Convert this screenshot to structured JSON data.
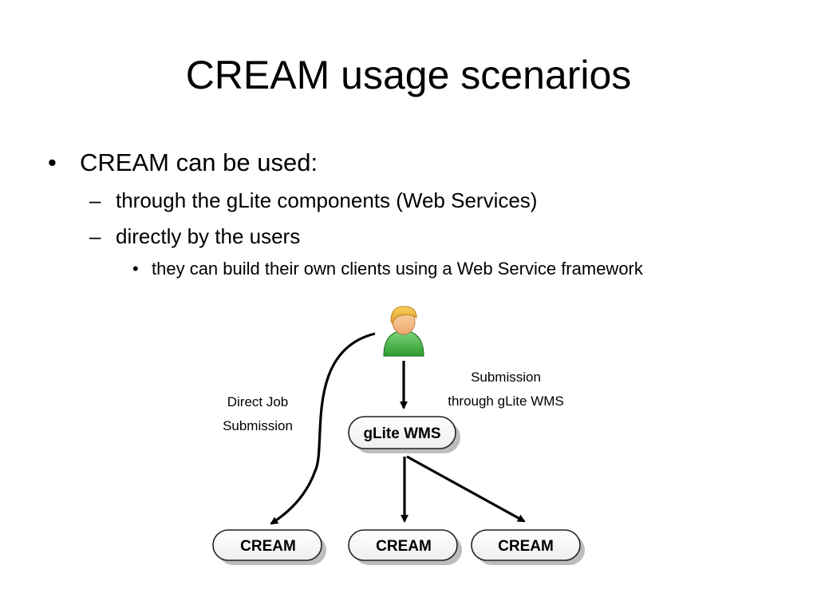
{
  "slide": {
    "title": "CREAM usage scenarios",
    "bullets": {
      "level1": {
        "marker": "•",
        "text": "CREAM can be used:"
      },
      "level2": [
        {
          "marker": "–",
          "text": "through the gLite components (Web Services)"
        },
        {
          "marker": "–",
          "text": "directly by the users"
        }
      ],
      "level3": [
        {
          "marker": "•",
          "text": "they can build their own clients using a Web Service framework"
        }
      ]
    }
  },
  "diagram": {
    "user_icon": "user-icon",
    "edge_labels": {
      "direct": [
        "Direct Job",
        "Submission"
      ],
      "wms": [
        "Submission",
        "through gLite WMS"
      ]
    },
    "nodes": {
      "wms": "gLite WMS",
      "cream": [
        "CREAM",
        "CREAM",
        "CREAM"
      ]
    },
    "colors": {
      "user_body": "#3dae3d",
      "user_face": "#f6c48f",
      "user_hair": "#f0b43c",
      "arrow": "#000000"
    }
  }
}
